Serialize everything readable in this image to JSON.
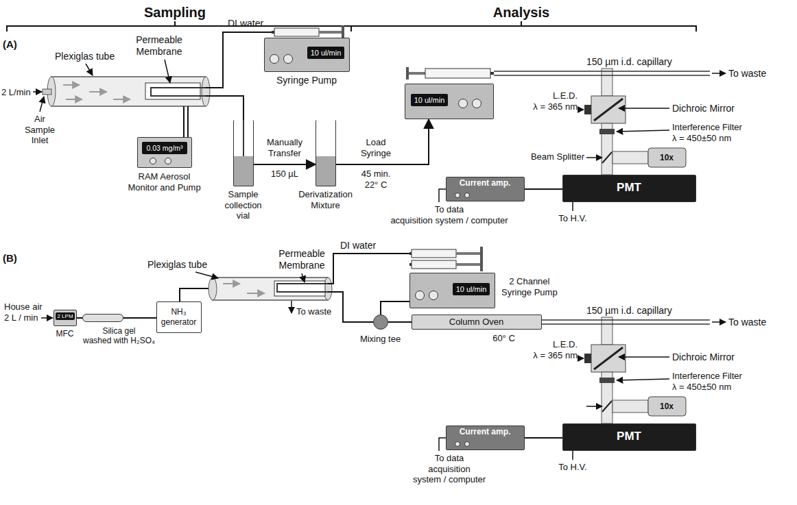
{
  "diagram": {
    "nodes": [
      {
        "text": [
          "10 ul/min",
          "Syringe Pump"
        ]
      },
      {
        "text": [
          "0.03 mg/m³",
          "RAM Aerosol Monitor and Pump"
        ]
      },
      {
        "text": [
          "Sample collection vial"
        ]
      },
      {
        "text": [
          "Derivatization Mixture"
        ]
      },
      {
        "text": [
          "10 ul/min"
        ]
      },
      {
        "text": [
          "Current amp."
        ]
      },
      {
        "text": [
          "PMT"
        ]
      },
      {
        "text": [
          "2 LPM",
          "MFC"
        ]
      },
      {
        "text": [
          "Silica gel washed with H₂SO₄"
        ]
      },
      {
        "text": [
          "NH₃ generator"
        ]
      },
      {
        "text": [
          "10 ul/min",
          "2 Channel Syringe Pump"
        ]
      },
      {
        "text": [
          "Mixing tee"
        ]
      },
      {
        "text": [
          "Column Oven",
          "60° C"
        ]
      },
      {
        "text": [
          "Current amp."
        ]
      },
      {
        "text": [
          "PMT"
        ]
      }
    ],
    "edges": [
      {
        "from": 2,
        "to": 3,
        "arrow": "to",
        "label": "Manually Transfer"
      },
      {
        "from": 3,
        "to": 4,
        "arrow": "to",
        "label": "Load Syringe"
      },
      {
        "from": 5,
        "to": 6,
        "arrow": "none"
      },
      {
        "from": 7,
        "to": 8,
        "arrow": "none"
      },
      {
        "from": 8,
        "to": 9,
        "arrow": "none"
      },
      {
        "from": 10,
        "to": 11,
        "arrow": "none"
      },
      {
        "from": 11,
        "to": 12,
        "arrow": "none"
      },
      {
        "from": 13,
        "to": 14,
        "arrow": "none"
      }
    ],
    "labels": [
      "(A)",
      "Sampling",
      "Analysis",
      "Plexiglas tube",
      "Permeable Membrane",
      "DI water",
      "2 L/min",
      "Air Sample Inlet",
      "150 µL",
      "45 min. 22° C",
      "150 µm i.d. capillary",
      "To waste",
      "L.E.D. λ = 365 nm",
      "Dichroic Mirror",
      "Interference Filter λ = 450±50 nm",
      "Beam Splitter",
      "10x",
      "To data acquisition system / computer",
      "To H.V.",
      "(B)",
      "House air 2 L / min",
      "Plexiglas tube",
      "Permeable Membrane",
      "DI water",
      "To waste",
      "150 µm i.d. capillary",
      "To waste",
      "L.E.D. λ = 365 nm",
      "Dichroic Mirror",
      "Interference Filter λ = 450±50 nm",
      "10x",
      "To data acquisition system / computer",
      "To H.V."
    ]
  }
}
